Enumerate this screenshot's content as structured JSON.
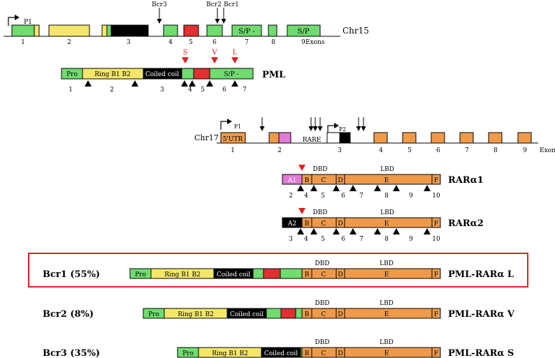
{
  "colors": {
    "green": "#6fdc6f",
    "yellow": "#f4e66a",
    "black": "#000000",
    "red": "#e03030",
    "orange": "#ef9a4a",
    "pink": "#e07ad6",
    "white": "#ffffff",
    "highlight_border": "#e02020",
    "red_marker": "#e02020"
  },
  "chr15": {
    "label": "Chr15",
    "promoter": "P1",
    "exons_label": "Exons",
    "exon_numbers": [
      "1",
      "2",
      "3",
      "4",
      "5",
      "6",
      "7",
      "8",
      "9"
    ],
    "breakpoints": [
      "Bcr3",
      "Bcr2",
      "Bcr1"
    ],
    "box_text": [
      "S/P  -",
      "S/P"
    ]
  },
  "pml": {
    "label": "PML",
    "domains": [
      "Pro",
      "Ring   B1   B2",
      "Coiled coil",
      "S/P   -"
    ],
    "isoform_markers": [
      "S",
      "V",
      "L"
    ],
    "exon_numbers": [
      "1",
      "2",
      "3",
      "4",
      "5",
      "6",
      "7"
    ]
  },
  "chr17": {
    "label": "Chr17",
    "promoter1": "P1",
    "promoter2": "P2",
    "utr": "5'UTR",
    "rare": "RARE",
    "exons_label": "Exons",
    "exon_numbers": [
      "1",
      "2",
      "3",
      "4",
      "5",
      "6",
      "7",
      "8",
      "9"
    ]
  },
  "rara1": {
    "label": "RARα1",
    "dbd": "DBD",
    "lbd": "LBD",
    "domains": [
      "A1",
      "B",
      "C",
      "D",
      "E",
      "F"
    ],
    "exon_numbers": [
      "2",
      "4",
      "5",
      "6",
      "7",
      "8",
      "9",
      "10"
    ]
  },
  "rara2": {
    "label": "RARα2",
    "dbd": "DBD",
    "lbd": "LBD",
    "domains": [
      "A2",
      "B",
      "C",
      "D",
      "E",
      "F"
    ],
    "exon_numbers": [
      "3",
      "4",
      "5",
      "6",
      "7",
      "8",
      "9",
      "10"
    ]
  },
  "fusions": [
    {
      "bcr": "Bcr1  (55%)",
      "name": "PML-RARα L",
      "dbd": "DBD",
      "lbd": "LBD",
      "domains": [
        "Pro",
        "Ring   B1   B2",
        "Coiled coil",
        "B",
        "C",
        "D",
        "E",
        "F"
      ]
    },
    {
      "bcr": "Bcr2  (8%)",
      "name": "PML-RARα V",
      "dbd": "DBD",
      "lbd": "LBD",
      "domains": [
        "Pro",
        "Ring   B1   B2",
        "Coiled coil",
        "B",
        "C",
        "D",
        "E",
        "F"
      ]
    },
    {
      "bcr": "Bcr3  (35%)",
      "name": "PML-RARα S",
      "dbd": "DBD",
      "lbd": "LBD",
      "domains": [
        "Pro",
        "Ring   B1   B2",
        "Coiled coil",
        "B",
        "C",
        "D",
        "E",
        "F"
      ]
    }
  ]
}
